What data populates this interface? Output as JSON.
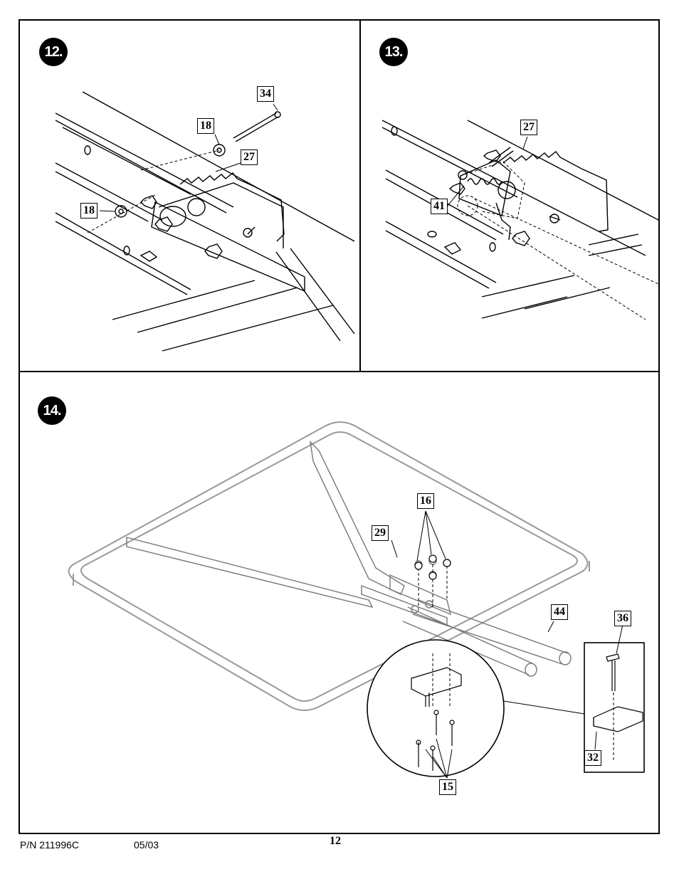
{
  "steps": [
    {
      "number": "12.",
      "callouts": {
        "a": "34",
        "b": "18",
        "c": "27",
        "d": "18"
      }
    },
    {
      "number": "13.",
      "callouts": {
        "a": "27",
        "b": "41"
      }
    },
    {
      "number": "14.",
      "callouts": {
        "a": "16",
        "b": "29",
        "c": "44",
        "d": "36",
        "e": "32",
        "f": "15"
      }
    }
  ],
  "footer": {
    "part_number": "P/N 211996C",
    "date": "05/03",
    "page": "12"
  }
}
